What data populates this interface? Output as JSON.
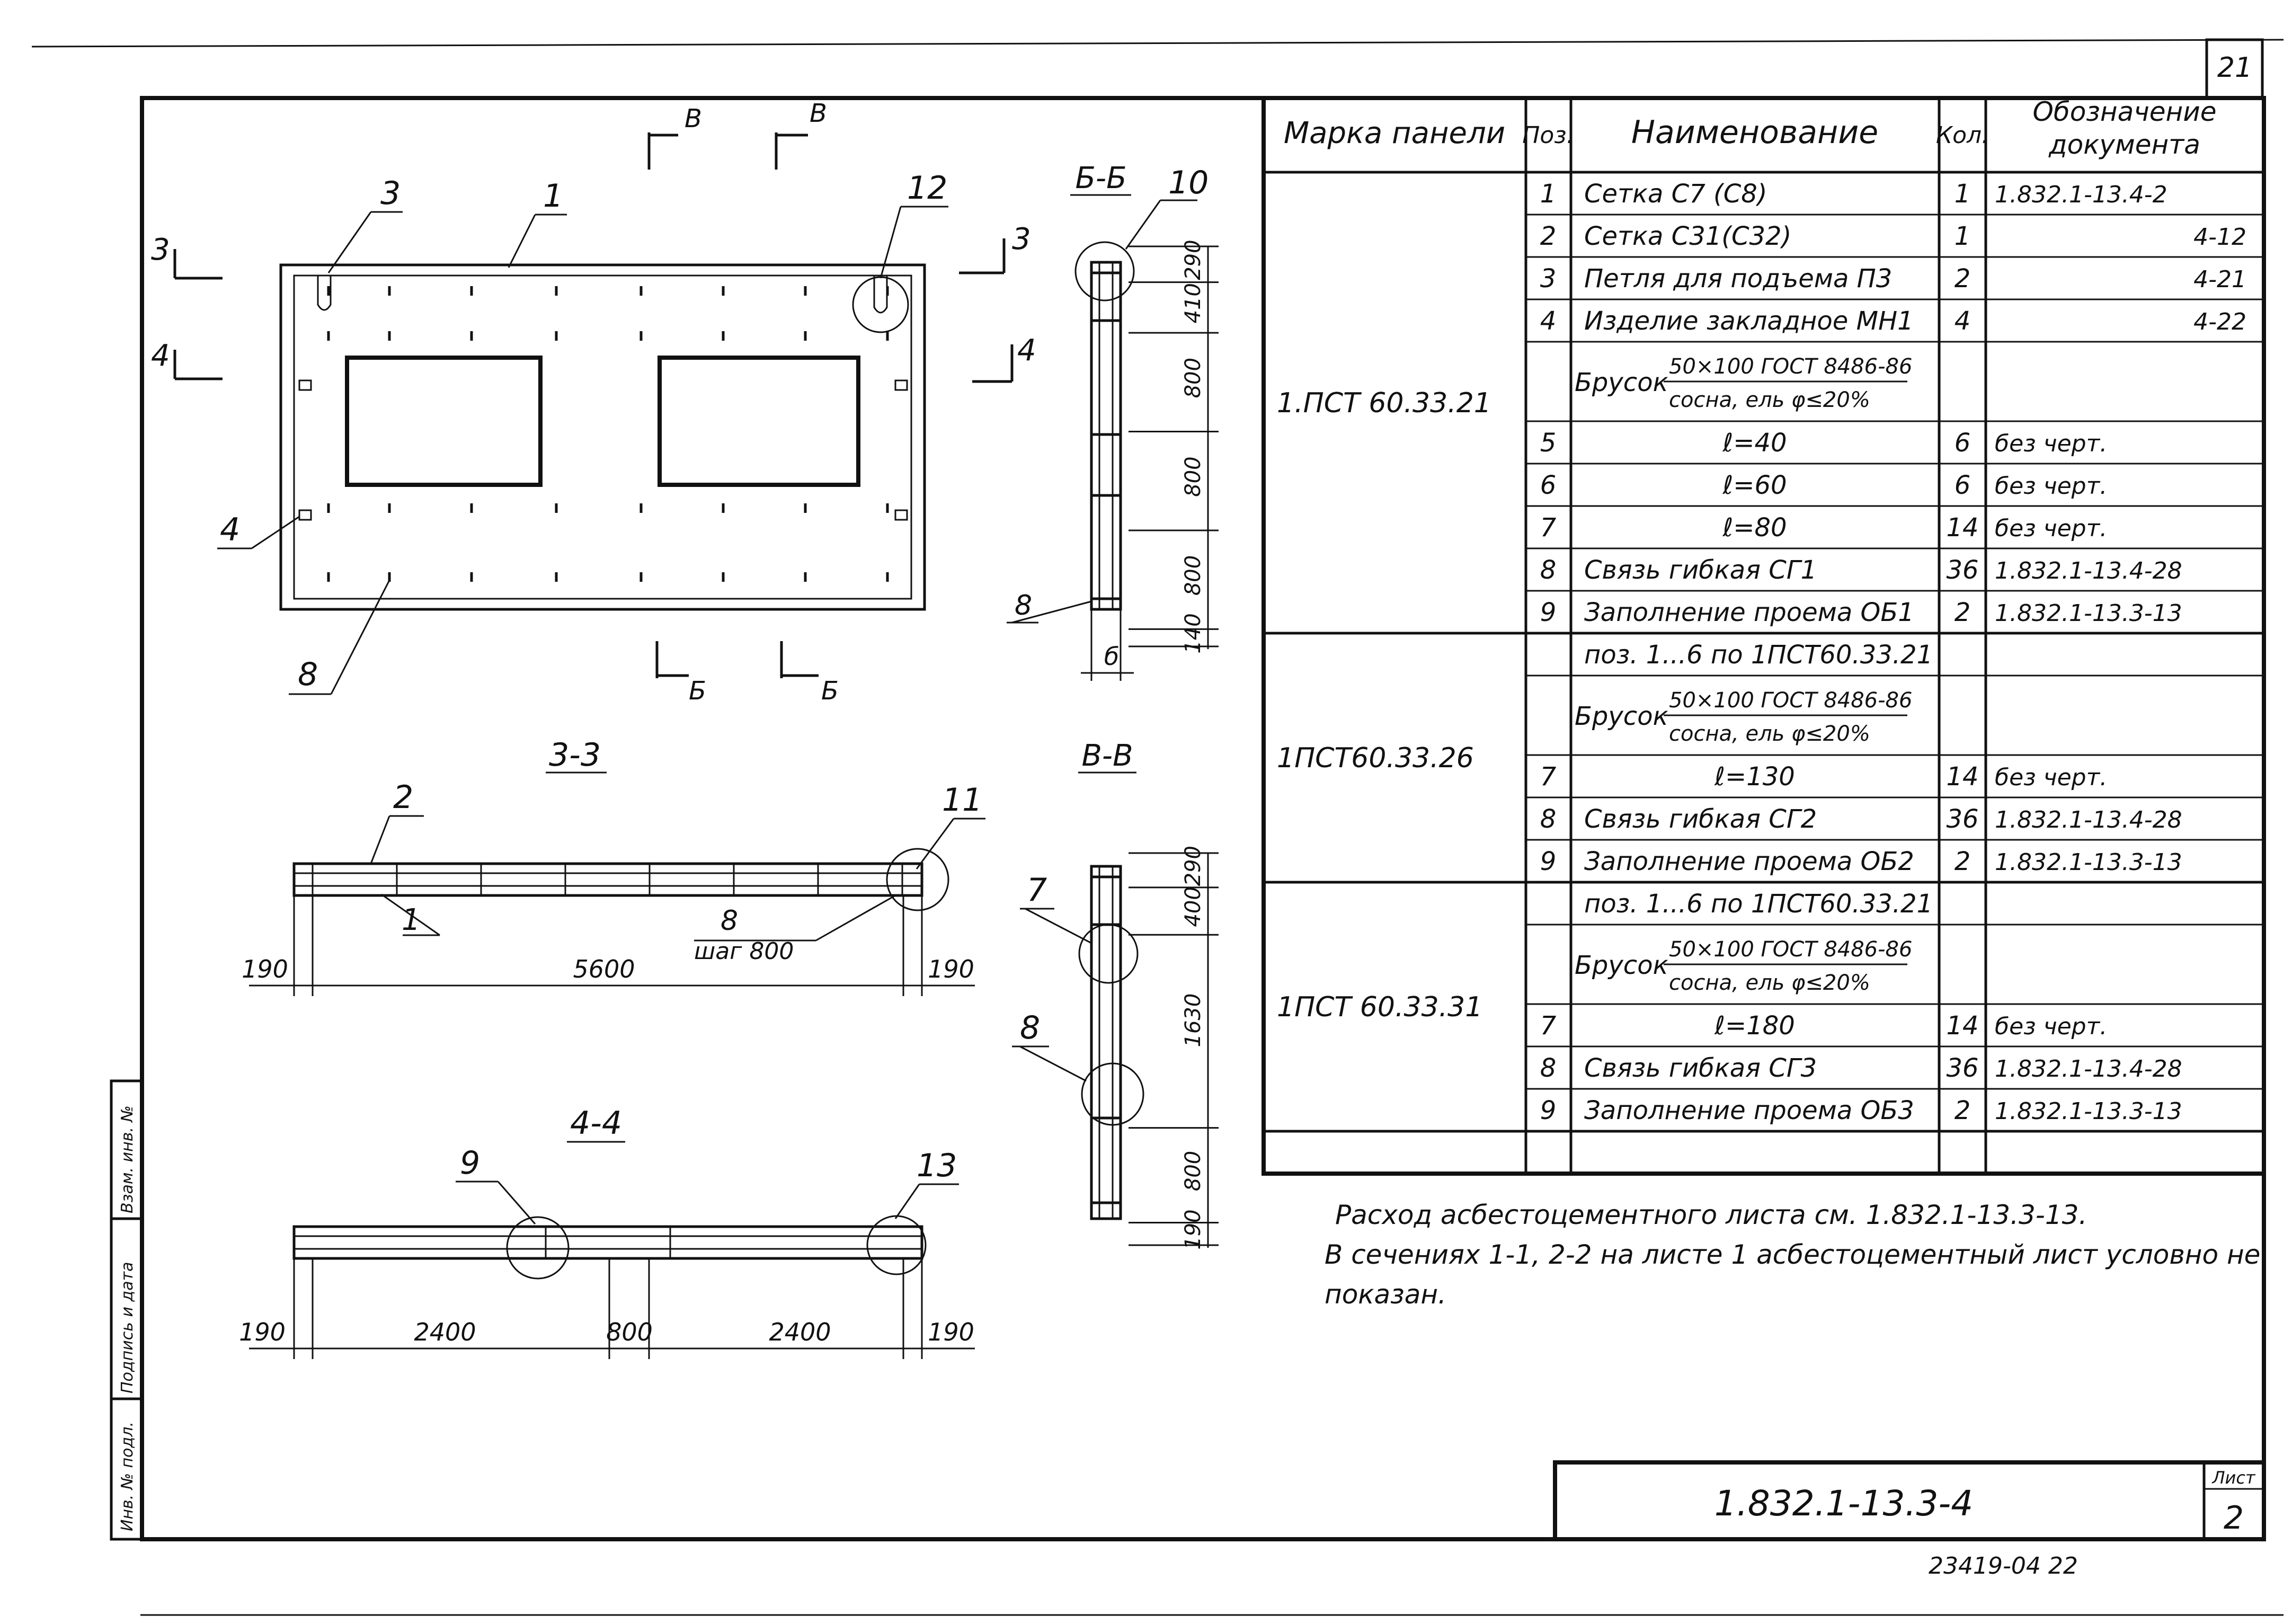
{
  "sheet_number_top": "21",
  "table": {
    "headers": {
      "mark": "Марка панели",
      "pos": "Поз.",
      "name": "Наименование",
      "qty": "Кол.",
      "doc_line1": "Обозначение",
      "doc_line2": "документа"
    },
    "groups": [
      {
        "mark": "1.ПСТ 60.33.21",
        "rows": [
          {
            "pos": "1",
            "name": "Сетка С7 (С8)",
            "qty": "1",
            "doc": "1.832.1-13.4-2"
          },
          {
            "pos": "2",
            "name": "Сетка С31(С32)",
            "qty": "1",
            "doc": "4-12"
          },
          {
            "pos": "3",
            "name": "Петля для подъема П3",
            "qty": "2",
            "doc": "4-21"
          },
          {
            "pos": "4",
            "name": "Изделие закладное МН1",
            "qty": "4",
            "doc": "4-22"
          },
          {
            "pos": "",
            "name_prefix": "Брусок",
            "name_top": "50×100 ГОСТ 8486-86",
            "name_bottom": "сосна, ель φ≤20%",
            "qty": "",
            "doc": ""
          },
          {
            "pos": "5",
            "name": "ℓ=40",
            "qty": "6",
            "doc": "без черт."
          },
          {
            "pos": "6",
            "name": "ℓ=60",
            "qty": "6",
            "doc": "без черт."
          },
          {
            "pos": "7",
            "name": "ℓ=80",
            "qty": "14",
            "doc": "без черт."
          },
          {
            "pos": "8",
            "name": "Связь гибкая СГ1",
            "qty": "36",
            "doc": "1.832.1-13.4-28"
          },
          {
            "pos": "9",
            "name": "Заполнение проема ОБ1",
            "qty": "2",
            "doc": "1.832.1-13.3-13"
          }
        ]
      },
      {
        "mark": "1ПСТ60.33.26",
        "rows": [
          {
            "pos": "",
            "name": "поз. 1...6 по 1ПСТ60.33.21",
            "qty": "",
            "doc": ""
          },
          {
            "pos": "",
            "name_prefix": "Брусок",
            "name_top": "50×100 ГОСТ 8486-86",
            "name_bottom": "сосна, ель φ≤20%",
            "qty": "",
            "doc": ""
          },
          {
            "pos": "7",
            "name": "ℓ=130",
            "qty": "14",
            "doc": "без черт."
          },
          {
            "pos": "8",
            "name": "Связь гибкая СГ2",
            "qty": "36",
            "doc": "1.832.1-13.4-28"
          },
          {
            "pos": "9",
            "name": "Заполнение проема ОБ2",
            "qty": "2",
            "doc": "1.832.1-13.3-13"
          }
        ]
      },
      {
        "mark": "1ПСТ 60.33.31",
        "rows": [
          {
            "pos": "",
            "name": "поз. 1...6 по 1ПСТ60.33.21",
            "qty": "",
            "doc": ""
          },
          {
            "pos": "",
            "name_prefix": "Брусок",
            "name_top": "50×100 ГОСТ 8486-86",
            "name_bottom": "сосна, ель φ≤20%",
            "qty": "",
            "doc": ""
          },
          {
            "pos": "7",
            "name": "ℓ=180",
            "qty": "14",
            "doc": "без черт."
          },
          {
            "pos": "8",
            "name": "Связь гибкая СГ3",
            "qty": "36",
            "doc": "1.832.1-13.4-28"
          },
          {
            "pos": "9",
            "name": "Заполнение проема ОБ3",
            "qty": "2",
            "doc": "1.832.1-13.3-13"
          }
        ]
      }
    ]
  },
  "notes": [
    "Расход асбестоцементного листа см. 1.832.1-13.3-13.",
    "В сечениях 1-1, 2-2 на листе 1 асбестоцементный лист условно не",
    "показан."
  ],
  "title_block": {
    "doc_code": "1.832.1-13.3-4",
    "sheet_label": "Лист",
    "sheet_number": "2"
  },
  "stamp": "23419-04   22",
  "side_stamp": {
    "cell1": "Взам. инв. №",
    "cell2": "Подпись и дата",
    "cell3": "Инв. № подл."
  },
  "drawings": {
    "elevation": {
      "labels": {
        "p1": "1",
        "p3": "3",
        "p4": "4",
        "p8": "8",
        "p12": "12"
      },
      "cuts": {
        "c3": "3",
        "c4": "4",
        "b": "Б",
        "v": "В"
      }
    },
    "section_33": {
      "title": "3-3",
      "labels": {
        "p2": "2",
        "p1": "1",
        "p11": "11",
        "p8": "8",
        "step": "шаг 800"
      },
      "dims": [
        "190",
        "5600",
        "190"
      ]
    },
    "section_44": {
      "title": "4-4",
      "labels": {
        "p9": "9",
        "p13": "13"
      },
      "dims": [
        "190",
        "2400",
        "800",
        "2400",
        "190"
      ]
    },
    "section_bb": {
      "title": "Б-Б",
      "labels": {
        "p10": "10",
        "p8": "8",
        "b": "б"
      },
      "dims": [
        "290",
        "410",
        "800",
        "800",
        "800",
        "140"
      ]
    },
    "section_vv": {
      "title": "В-В",
      "labels": {
        "p7": "7",
        "p8": "8"
      },
      "dims": [
        "290",
        "400",
        "1630",
        "800",
        "190"
      ]
    }
  }
}
